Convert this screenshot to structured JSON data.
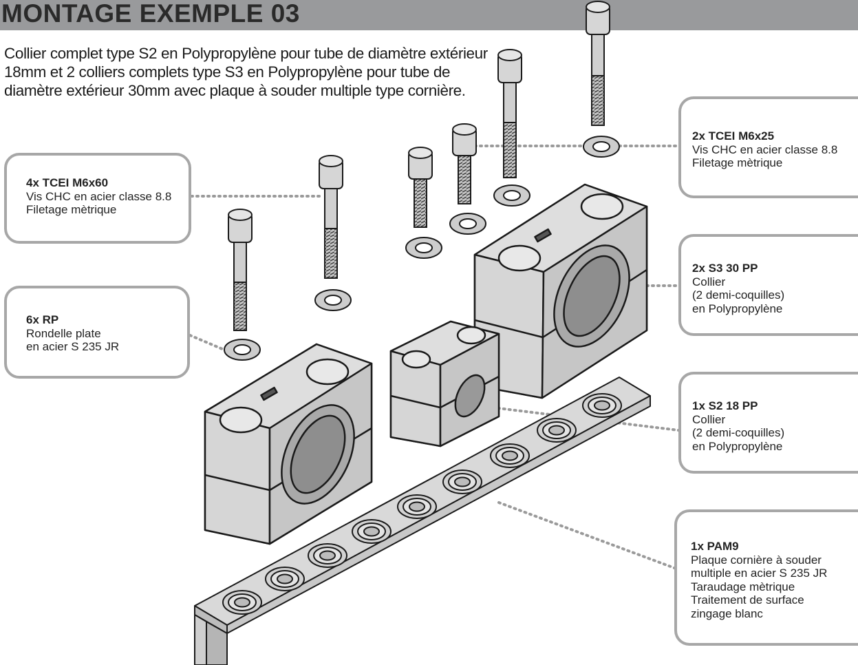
{
  "header": {
    "title": "MONTAGE EXEMPLE 03"
  },
  "intro": "Collier complet type S2 en Polypropylène pour tube de diamètre extérieur 18mm et 2 colliers complets type S3 en Polypropylène pour tube de diamètre extérieur 30mm avec plaque à souder multiple type cornière.",
  "callouts": {
    "tcei_m6x60": {
      "title": "4x TCEI M6x60",
      "lines": [
        "Vis CHC en acier classe 8.8",
        "Filetage mètrique"
      ]
    },
    "rp": {
      "title": "6x RP",
      "lines": [
        "Rondelle plate",
        "en acier S 235 JR"
      ]
    },
    "tcei_m6x25": {
      "title": "2x TCEI M6x25",
      "lines": [
        "Vis CHC en acier classe 8.8",
        "Filetage mètrique"
      ]
    },
    "s3_30_pp": {
      "title": "2x S3 30 PP",
      "lines": [
        "Collier",
        "(2 demi-coquilles)",
        "en Polypropylène"
      ]
    },
    "s2_18_pp": {
      "title": "1x S2 18 PP",
      "lines": [
        "Collier",
        "(2 demi-coquilles)",
        "en Polypropylène"
      ]
    },
    "pam9": {
      "title": "1x PAM9",
      "lines": [
        "Plaque cornière à souder",
        "multiple en acier S 235 JR",
        "Taraudage mètrique",
        "Traitement de surface",
        "zingage blanc"
      ]
    }
  },
  "colors": {
    "header_bg": "#999a9c",
    "callout_border": "#a7a7a7",
    "part_fill": "#d4d4d4",
    "leader": "#9a9a9a"
  }
}
